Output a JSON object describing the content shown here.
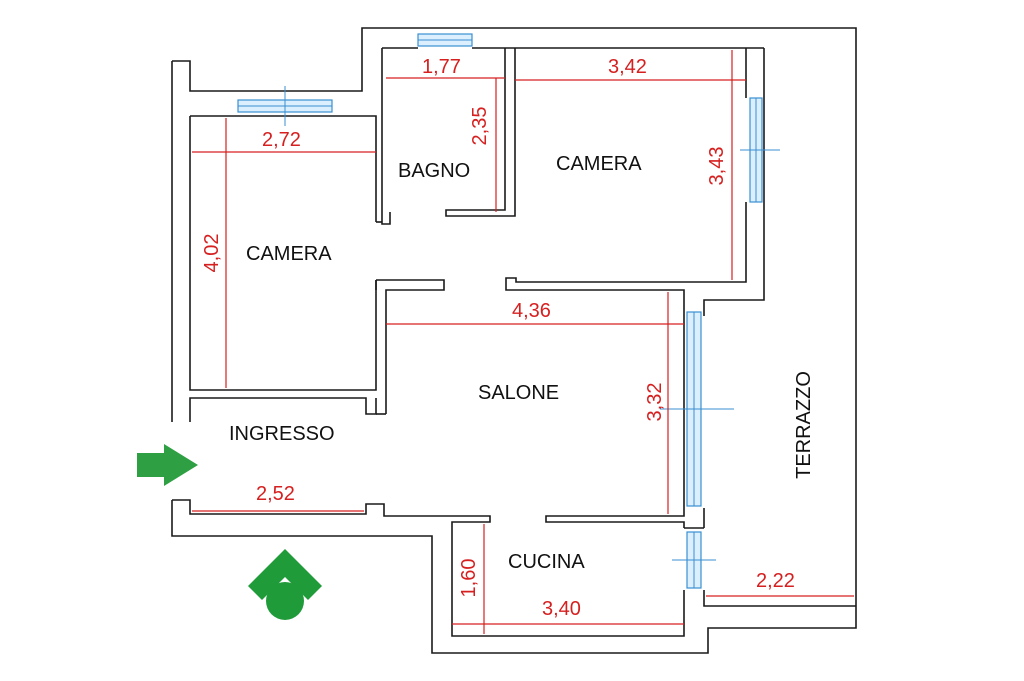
{
  "rooms": {
    "camera_left": "CAMERA",
    "bagno": "BAGNO",
    "camera_right": "CAMERA",
    "salone": "SALONE",
    "ingresso": "INGRESSO",
    "cucina": "CUCINA",
    "terrazzo": "TERRAZZO"
  },
  "dimensions": {
    "camera_left_width": "2,72",
    "camera_left_depth": "4,02",
    "bagno_width": "1,77",
    "bagno_depth": "2,35",
    "camera_right_width": "3,42",
    "camera_right_depth": "3,43",
    "salone_width": "4,36",
    "salone_depth": "3,32",
    "ingresso_width": "2,52",
    "cucina_depth": "1,60",
    "cucina_width": "3,40",
    "terrazzo_width": "2,22"
  },
  "colors": {
    "walls": "#1a1a1a",
    "dimensions": "#d62020",
    "windows": "#3a8fd0",
    "entrance_arrow": "#2ea043",
    "logo": "#1f9b3a"
  },
  "icons": [
    "entrance-arrow-icon",
    "agency-logo-icon"
  ]
}
